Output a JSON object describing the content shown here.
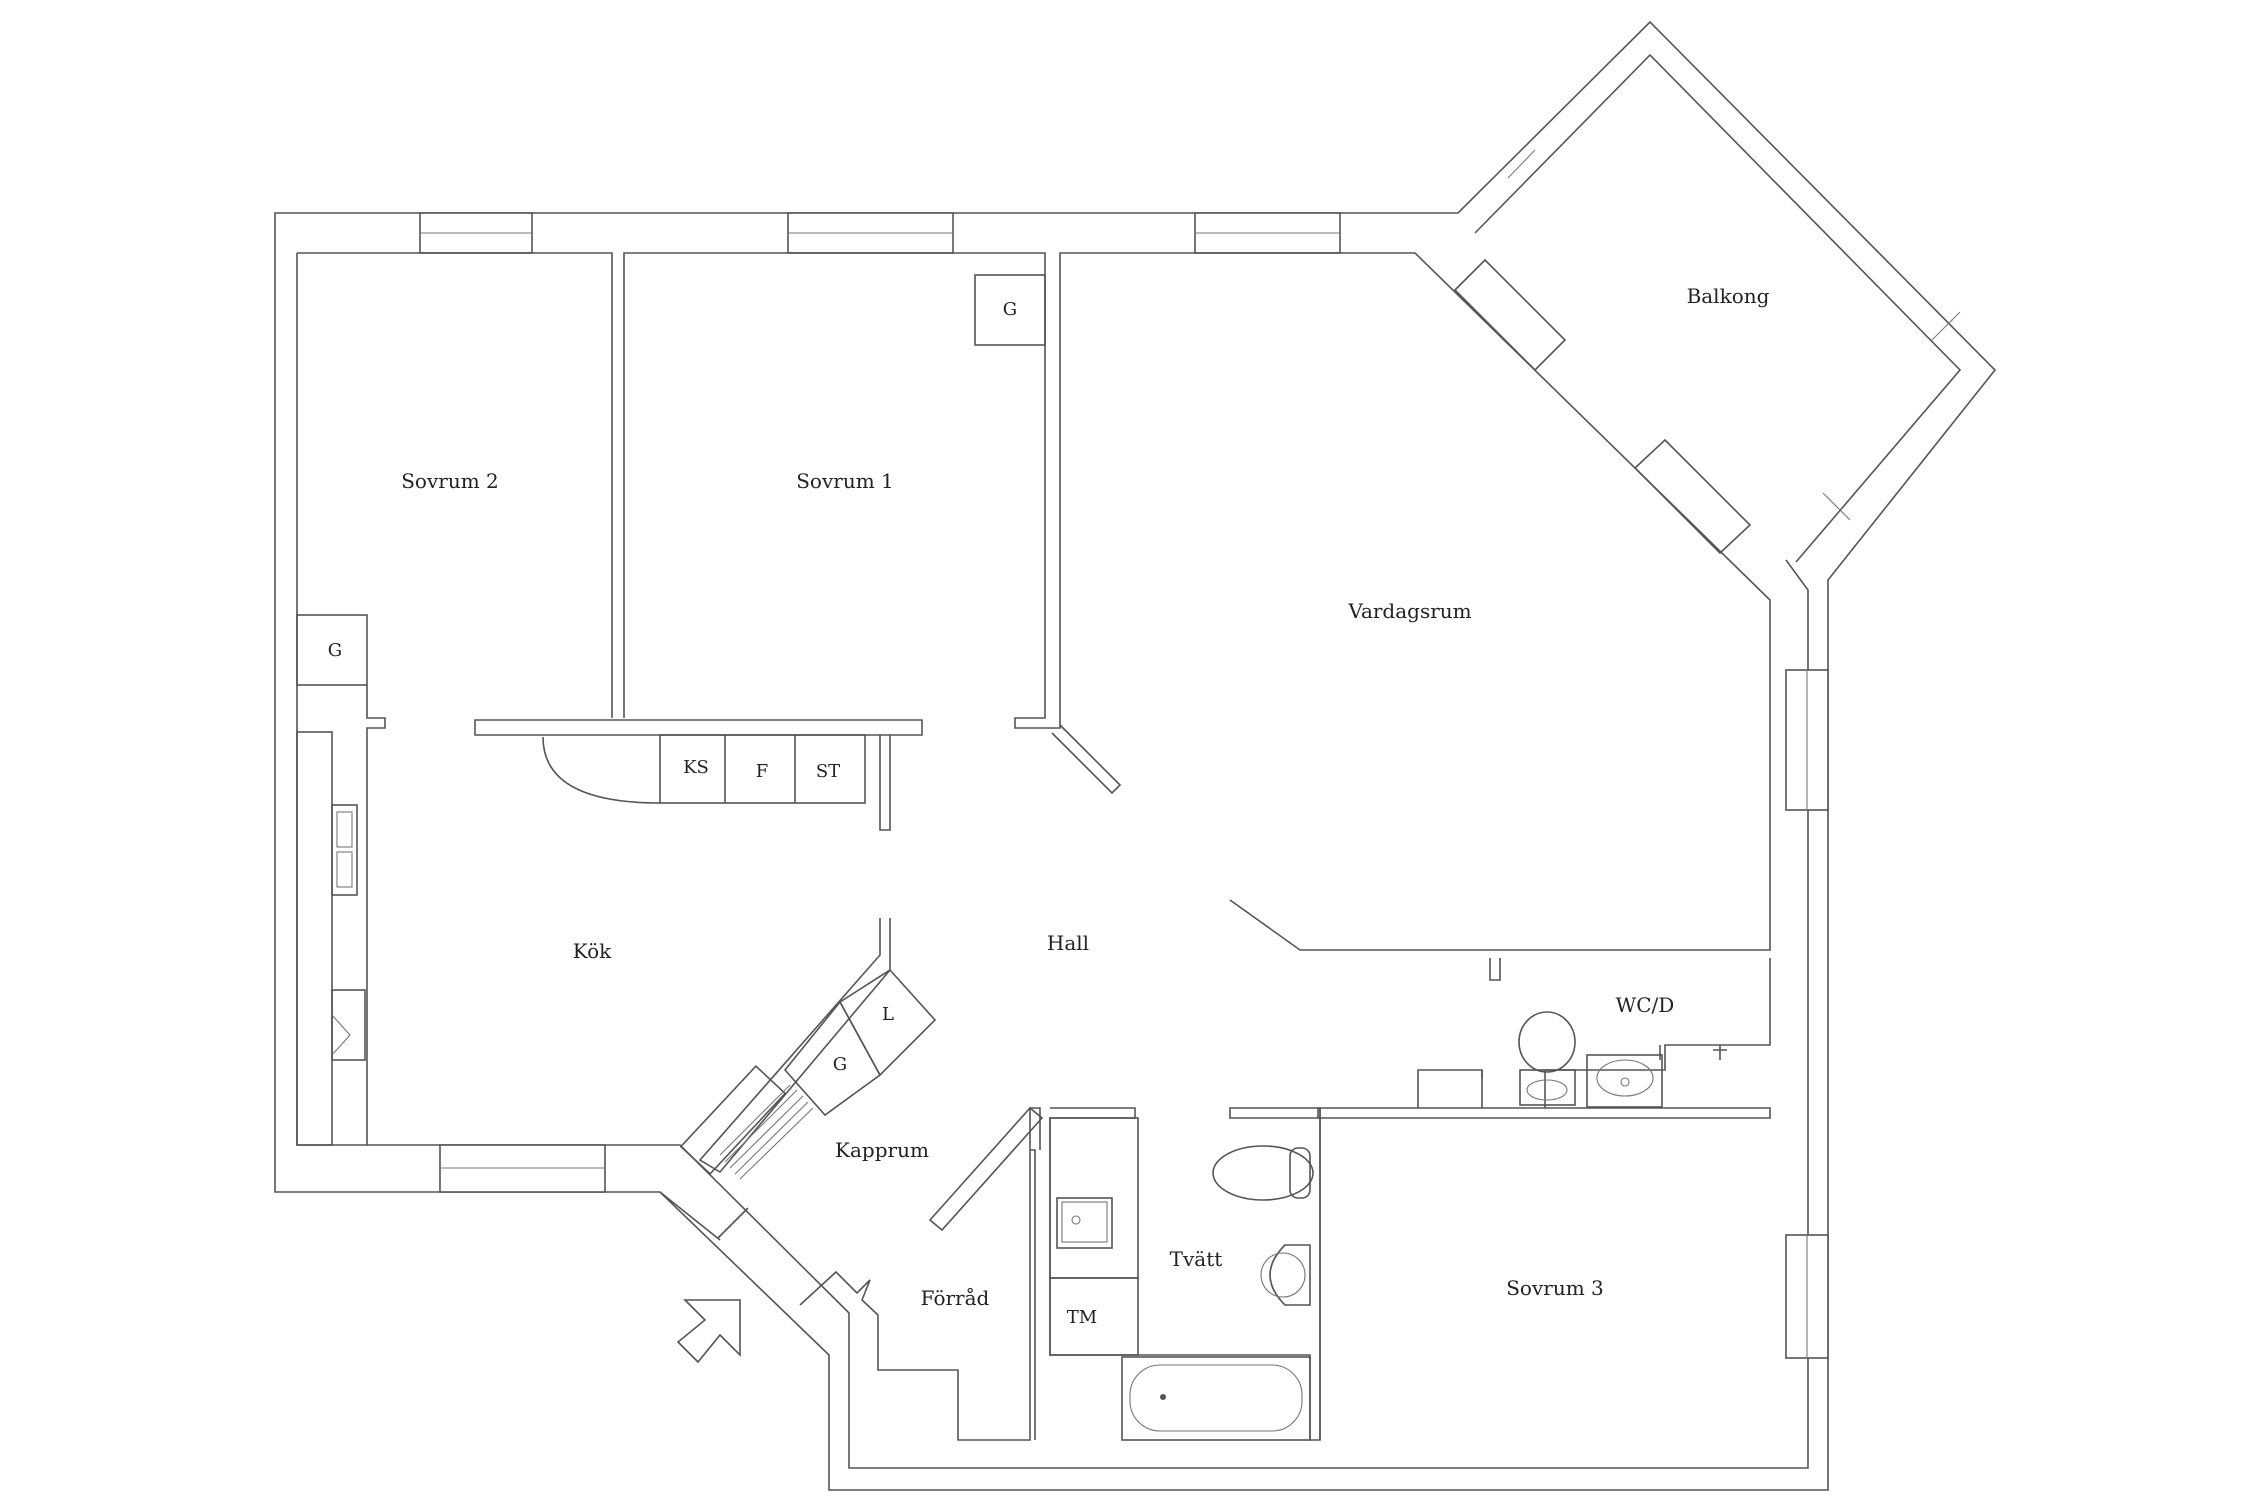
{
  "rooms": {
    "sovrum2": "Sovrum 2",
    "sovrum1": "Sovrum 1",
    "balkong": "Balkong",
    "vardagsrum": "Vardagsrum",
    "kok": "Kök",
    "hall": "Hall",
    "wcd": "WC/D",
    "kapprum": "Kapprum",
    "tvatt": "Tvätt",
    "forrad": "Förråd",
    "sovrum3": "Sovrum 3"
  },
  "fixtures": {
    "g_sovrum1": "G",
    "g_sovrum2": "G",
    "ks": "KS",
    "f": "F",
    "st": "ST",
    "l": "L",
    "g_kapprum": "G",
    "tm": "TM"
  },
  "entrance_icon": "entrance-arrow-icon",
  "line_color": "#555555"
}
